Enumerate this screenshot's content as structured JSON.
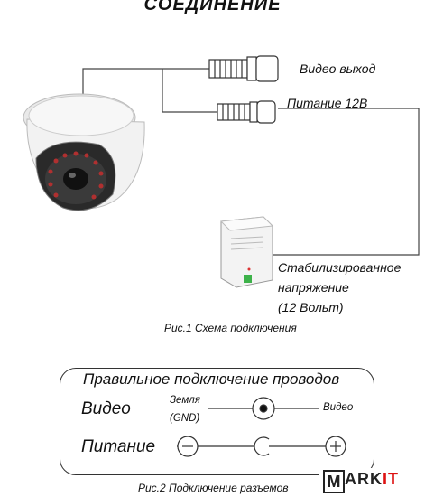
{
  "title": "СОЕДИНЕНИЕ",
  "fig1": {
    "video_out": "Видео выход",
    "power": "Питание 12В",
    "stab_line1": "Стабилизированное",
    "stab_line2": "напряжение",
    "stab_line3": "(12 Вольт)",
    "caption": "Рис.1 Схема подключения"
  },
  "fig2": {
    "title": "Правильное подключение проводов",
    "row_video": "Видео",
    "row_power": "Питание",
    "ground_line1": "Земля",
    "ground_line2": "(GND)",
    "video_right": "Видео",
    "caption": "Рис.2 Подключение разъемов"
  },
  "watermark": {
    "box_letter": "M",
    "text_dark": "ARK",
    "text_red": "IT"
  }
}
